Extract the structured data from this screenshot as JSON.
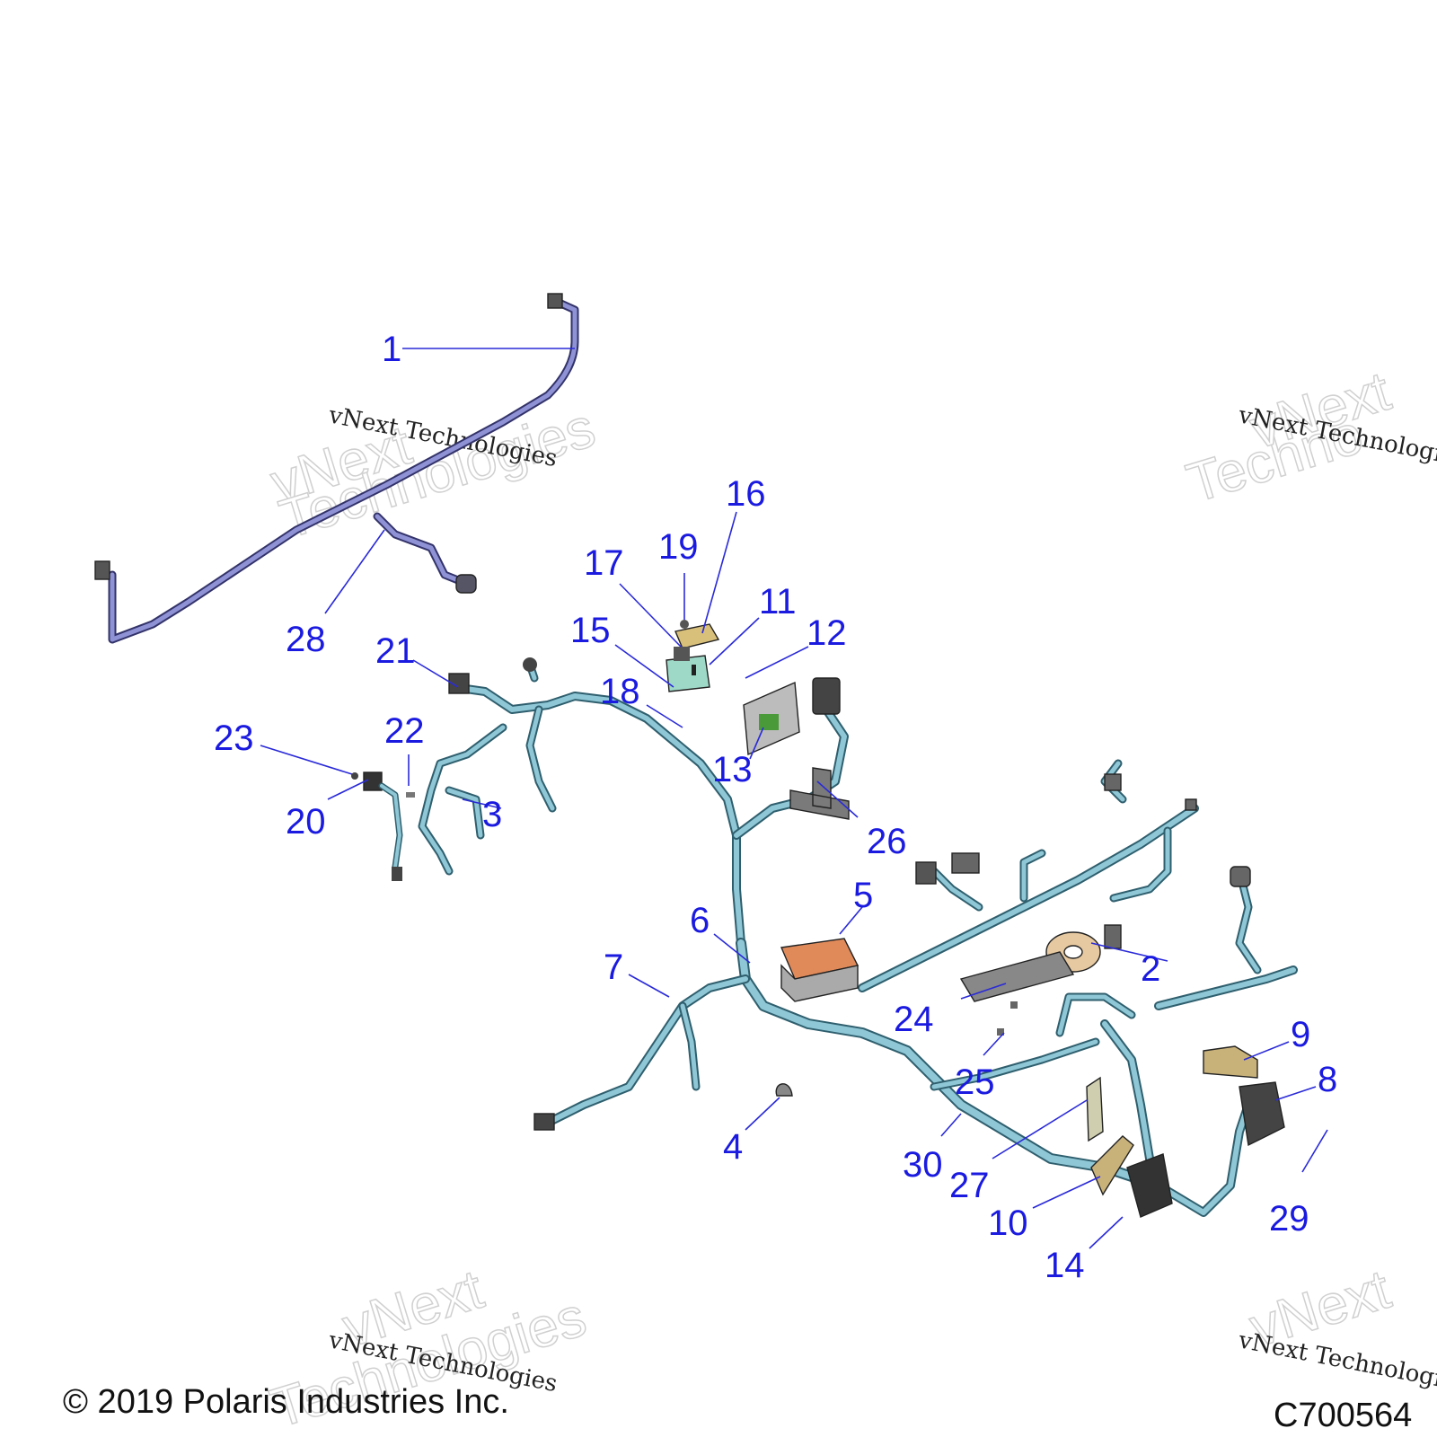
{
  "copyright": "© 2019 Polaris Industries Inc.",
  "drawing_number": "C700564",
  "watermarks": [
    "vNext Technologies",
    "vNext Technologies",
    "vNext Technologies",
    "vNext Technologies"
  ],
  "callouts": [
    "1",
    "2",
    "3",
    "4",
    "5",
    "6",
    "7",
    "8",
    "9",
    "10",
    "11",
    "12",
    "13",
    "14",
    "15",
    "16",
    "17",
    "18",
    "19",
    "20",
    "21",
    "22",
    "23",
    "24",
    "25",
    "26",
    "27",
    "28",
    "29",
    "30"
  ],
  "colors": {
    "callout": "#1a1ae0",
    "harness": "#8fc7d6",
    "rear_harness": "#8f93d6",
    "bracket": "#d9c07a",
    "fuse_box": "#e08a5a"
  }
}
